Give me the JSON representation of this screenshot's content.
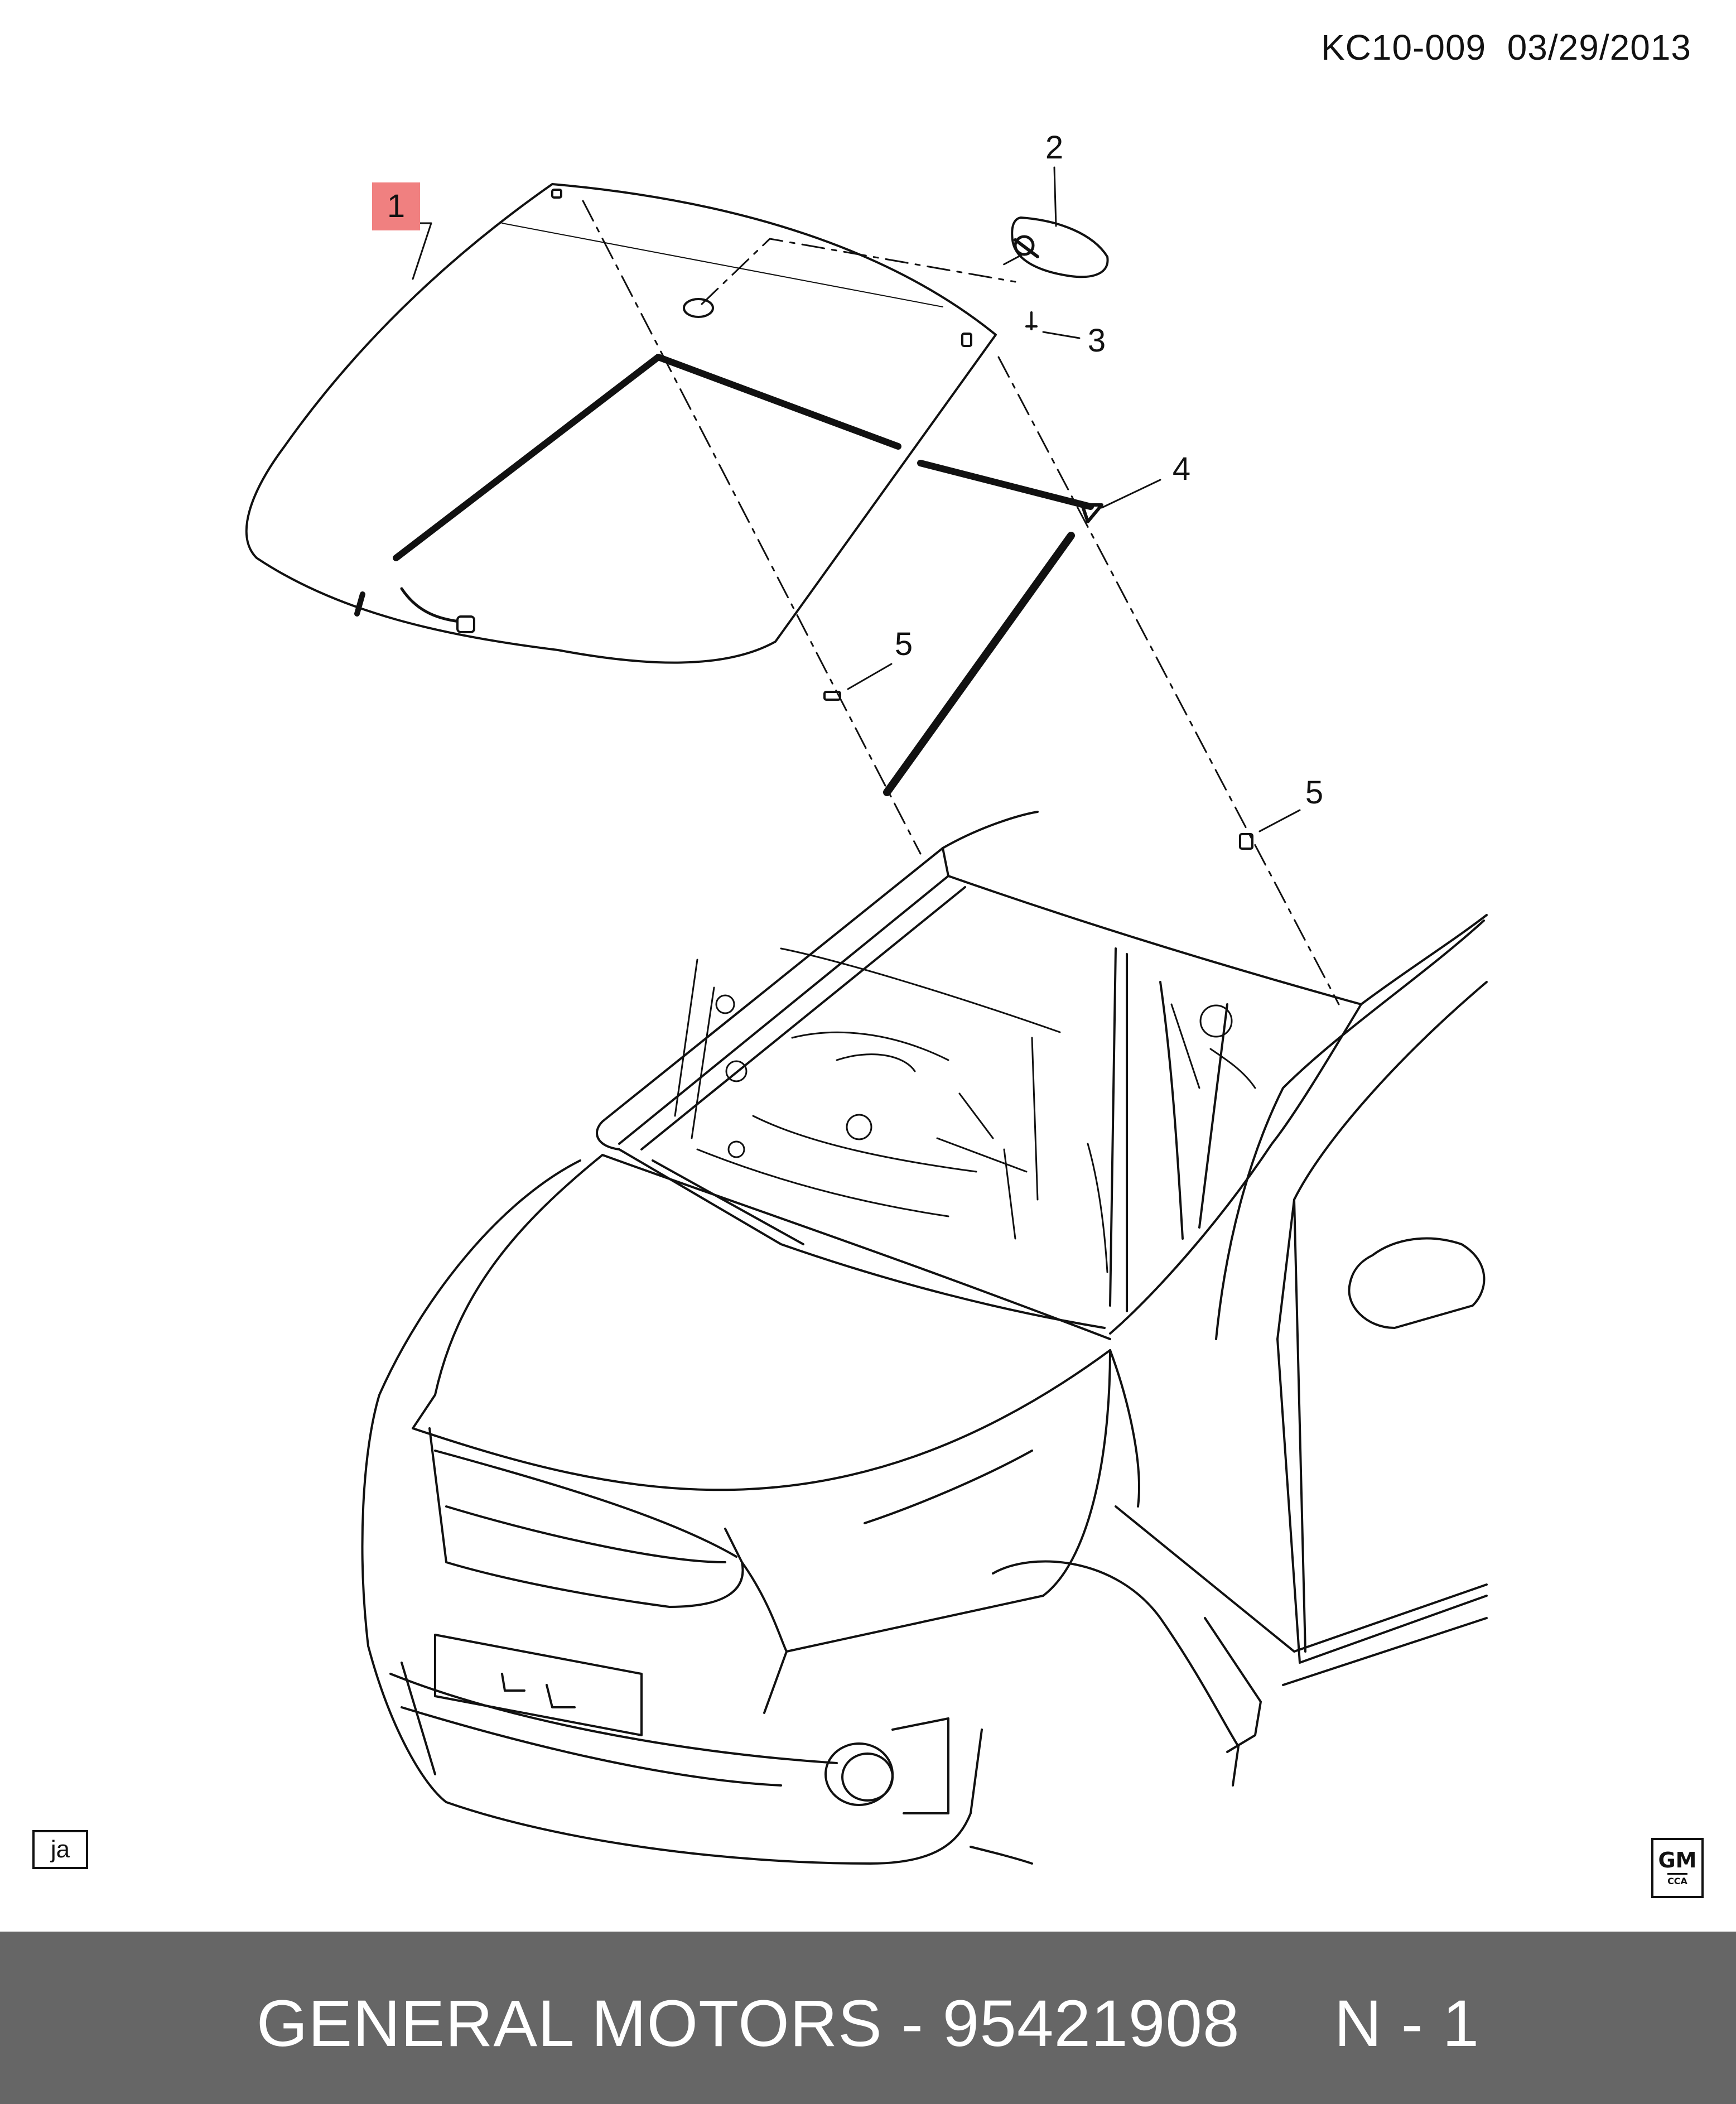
{
  "header": {
    "code": "KC10-009  03/29/2013"
  },
  "callouts": [
    {
      "label": "1",
      "highlight": "#f08080"
    },
    {
      "label": "2"
    },
    {
      "label": "3"
    },
    {
      "label": "4"
    },
    {
      "label": "5"
    },
    {
      "label": "5"
    }
  ],
  "language_tag": "ja",
  "logo": {
    "gm": "GM",
    "cca": "CCA"
  },
  "footer": {
    "text": "GENERAL MOTORS - 95421908     N - 1",
    "background": "#666666",
    "color": "#ffffff"
  }
}
